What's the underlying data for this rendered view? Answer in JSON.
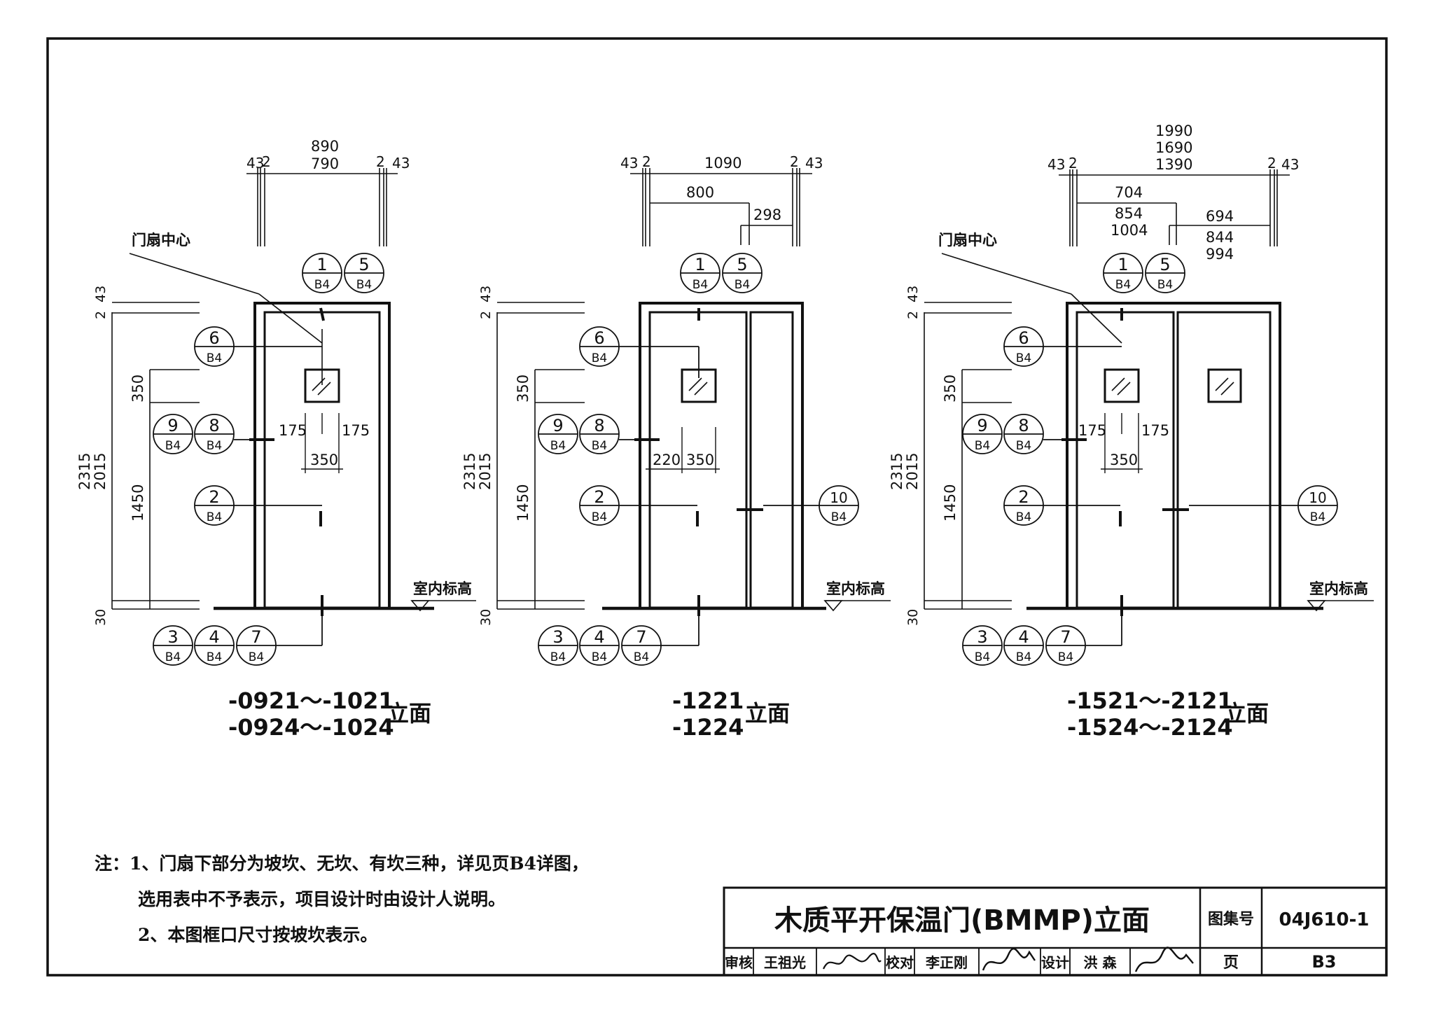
{
  "labels": {
    "door_leaf_center": "门扇中心",
    "indoor_elevation": "室内标高",
    "elevation_suffix": "立面",
    "ref_sheet": "B4"
  },
  "callouts": {
    "c1": "1",
    "c2": "2",
    "c3": "3",
    "c4": "4",
    "c5": "5",
    "c6": "6",
    "c7": "7",
    "c8": "8",
    "c9": "9",
    "c10": "10"
  },
  "dims": {
    "d43": "43",
    "d2": "2",
    "d30": "30",
    "d350": "350",
    "d175": "175",
    "d220": "220",
    "d1450": "1450",
    "d2315": "2315",
    "d2015": "2015",
    "d890": "890",
    "d790": "790",
    "d1090": "1090",
    "d800": "800",
    "d298": "298",
    "d1990": "1990",
    "d1690": "1690",
    "d1390": "1390",
    "d704": "704",
    "d854": "854",
    "d1004": "1004",
    "d694": "694",
    "d844": "844",
    "d994": "994"
  },
  "captions": {
    "a1": "-0921～-1021",
    "a2": "-0924～-1024",
    "b1": "-1221",
    "b2": "-1224",
    "c1": "-1521～-2121",
    "c2": "-1524～-2124"
  },
  "notes": {
    "n1": "注：1、门扇下部分为坡坎、无坎、有坎三种，详见页B4详图，",
    "n1b": "选用表中不予表示，项目设计时由设计人说明。",
    "n2": "2、本图框口尺寸按坡坎表示。"
  },
  "title_block": {
    "title": "木质平开保温门(BMMP)立面",
    "atlas_label": "图集号",
    "atlas_no": "04J610-1",
    "page_label": "页",
    "page_no": "B3",
    "review_label": "审核",
    "reviewer": "王祖光",
    "check_label": "校对",
    "checker": "李正刚",
    "design_label": "设计",
    "designer": "洪  森"
  }
}
